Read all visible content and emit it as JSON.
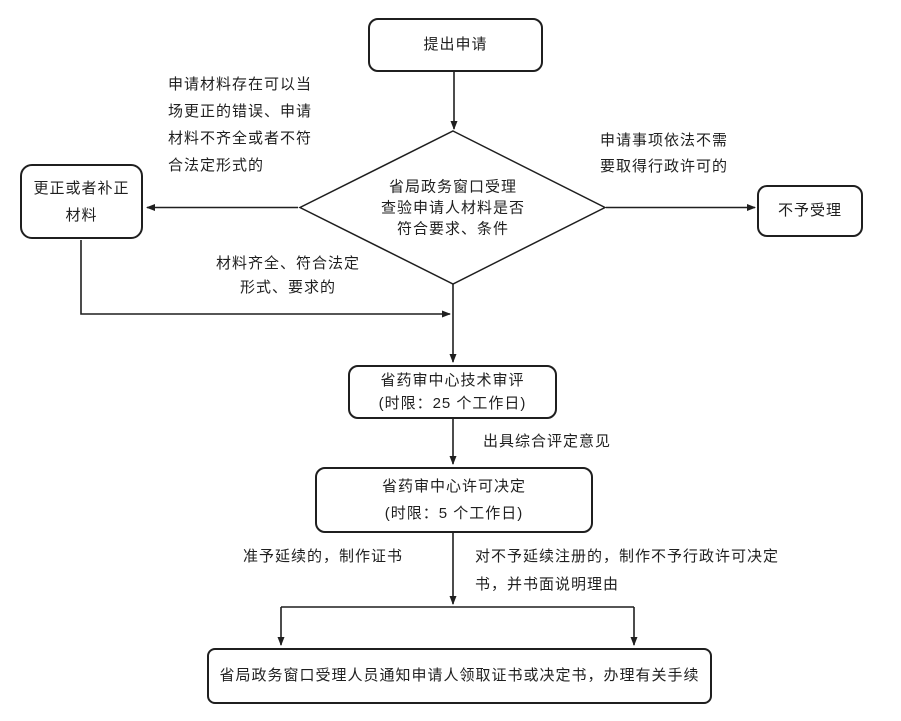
{
  "flowchart": {
    "colors": {
      "line": "#1f1f1f",
      "background": "#ffffff",
      "text": "#1f1f1f"
    },
    "nodes": {
      "start": "提出申请",
      "decision": "省局政务窗口受理\n查验申请人材料是否\n符合要求、条件",
      "correct": "更正或者补正\n材料",
      "reject": "不予受理",
      "review": "省药审中心技术审评\n(时限：25 个工作日)",
      "decide": "省药审中心许可决定\n(时限：5 个工作日)",
      "notify": "省局政务窗口受理人员通知申请人领取证书或决定书，办理有关手续"
    },
    "labels": {
      "left_condition": "申请材料存在可以当\n场更正的错误、申请\n材料不齐全或者不符\n合法定形式的",
      "right_condition": "申请事项依法不需\n要取得行政许可的",
      "pass_condition": "材料齐全、符合法定\n形式、要求的",
      "review_output": "出具综合评定意见",
      "approve_branch": "准予延续的，制作证书",
      "deny_branch": "对不予延续注册的，制作不予行政许可决定\n书，并书面说明理由"
    }
  }
}
